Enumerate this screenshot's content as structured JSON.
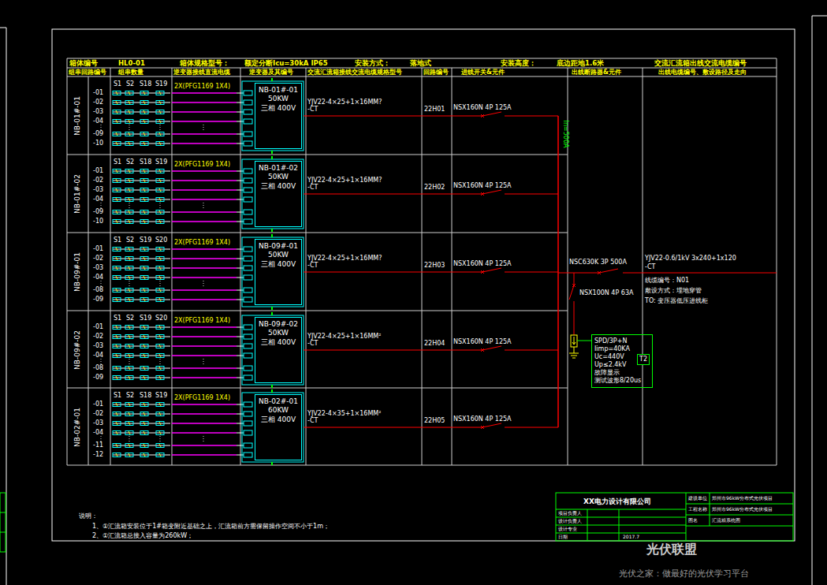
{
  "diagram": {
    "nodes": [
      {
        "text": [
          "NB-01#-01",
          "50KW",
          "三相 400V"
        ]
      },
      {
        "text": [
          "NB-01#-02",
          "50KW",
          "三相 400V"
        ]
      },
      {
        "text": [
          "NB-09#-01",
          "50KW",
          "三相 400V"
        ]
      },
      {
        "text": [
          "NB-09#-02",
          "50KW",
          "三相 400V"
        ]
      },
      {
        "text": [
          "NB-02#-01",
          "60KW",
          "三相 400V"
        ]
      },
      {
        "text": [
          "SPD/3P+N",
          "Iimp=40KA",
          "Uc=440V",
          "Up≤2.4kV",
          "故障显示",
          "测试波形8/20us"
        ]
      },
      {
        "text": [
          "T2"
        ],
        "in": 5
      }
    ],
    "labels": [
      "箱体编号",
      "HL0-01",
      "箱体规格型号：",
      "额定分断Icu=30kA IP65",
      "安装方式：",
      "落地式",
      "安装高度：",
      "底边距地1.6米",
      "交流汇流箱出线交流电缆编号",
      "组串回路编号",
      "组串数量",
      "逆变器接线直流电缆",
      "逆变器及其编号",
      "交流汇流箱接线交流电缆规格型号",
      "回路编号",
      "进线开关&元件",
      "出线断路器&元件",
      "出线电缆编号、敷设路径及走向",
      "NB-01#-01",
      "S1",
      "S2",
      "S18",
      "S19",
      "-01",
      "-02",
      "-03",
      "-04",
      "-09",
      "-10",
      "2X(PFG1169 1X4)",
      "YJV22-4×25+1×16MM?",
      "-CT",
      "22H01",
      "NSX160N 4P 125A",
      "NB-01#-02",
      "S1",
      "S2",
      "S18",
      "S19",
      "-01",
      "-02",
      "-03",
      "-04",
      "-09",
      "-10",
      "2X(PFG1169 1X4)",
      "YJV22-4×25+1×16MM?",
      "-CT",
      "22H02",
      "NSX160N 4P 125A",
      "NB-09#-01",
      "S1",
      "S2",
      "S19",
      "S20",
      "-01",
      "-02",
      "-03",
      "-04",
      "-08",
      "-09",
      "2X(PFG1169 1X4)",
      "YJV22-4×25+1×16MM?",
      "-CT",
      "22H03",
      "NSX160N 4P 125A",
      "NB-09#-02",
      "S1",
      "S2",
      "S19",
      "S20",
      "-01",
      "-02",
      "-03",
      "-04",
      "-08",
      "-09",
      "2X(PFG1169 1X4)",
      "YJV22-4×25+1×16MM²",
      "-CT",
      "22H04",
      "NSX160N 4P 125A",
      "NB-02#-01",
      "S1",
      "S2",
      "S18",
      "S19",
      "-01",
      "-02",
      "-03",
      "-04",
      "-11",
      "-12",
      "2X(PFG1169 1X4)",
      "YJV22-4×35+1×16MM²",
      "-CT",
      "22H05",
      "NSX160N 4P 125A",
      "In=500A",
      "NSC630K 3P 500A",
      "NSX100N 4P 63A",
      "YJV22-0.6/1kV 3x240+1x120",
      "-CT",
      "线缆编号：N01",
      "敷设方式：埋地穿管",
      "TO: 变压器低压进线柜",
      "说明：",
      "1、①汇流箱安装位于1#箱变附近基础之上，汇流箱前方需保留操作空间不小于1m；",
      "2、①汇流箱总接入容量为260kW；",
      "XX电力设计有限公司",
      "项目负责人",
      "设计负责人",
      "设计专业",
      "日期",
      "2017.7",
      "建设单位",
      "郑州市96kW分布式光伏项目",
      "工程名称",
      "郑州市96kW分布式光伏项目",
      "图名",
      "汇流箱系统图",
      "光伏联盟",
      "光伏之家：做最好的光伏学习平台"
    ]
  }
}
